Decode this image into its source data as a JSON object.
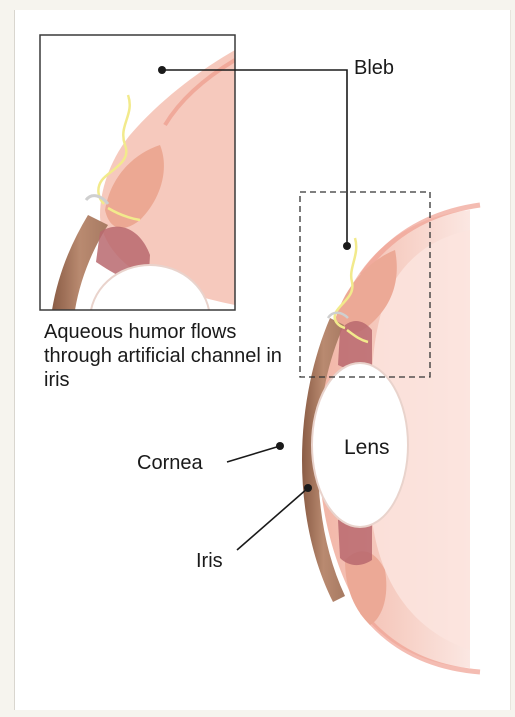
{
  "labels": {
    "bleb": "Bleb",
    "caption": "Aqueous humor flows through artificial channel in iris",
    "lens": "Lens",
    "cornea": "Cornea",
    "iris": "Iris"
  },
  "colors": {
    "sclera_outer": "#f7d6cf",
    "sclera_mid": "#f3c3b8",
    "cornea_pink": "#efb0a0",
    "iris_brown": "#9b6e55",
    "iris_light": "#c69a7e",
    "ciliary_muscle": "#b86f6f",
    "aqueous_yellow": "#f4ef8e",
    "leader": "#1a1a1a"
  }
}
